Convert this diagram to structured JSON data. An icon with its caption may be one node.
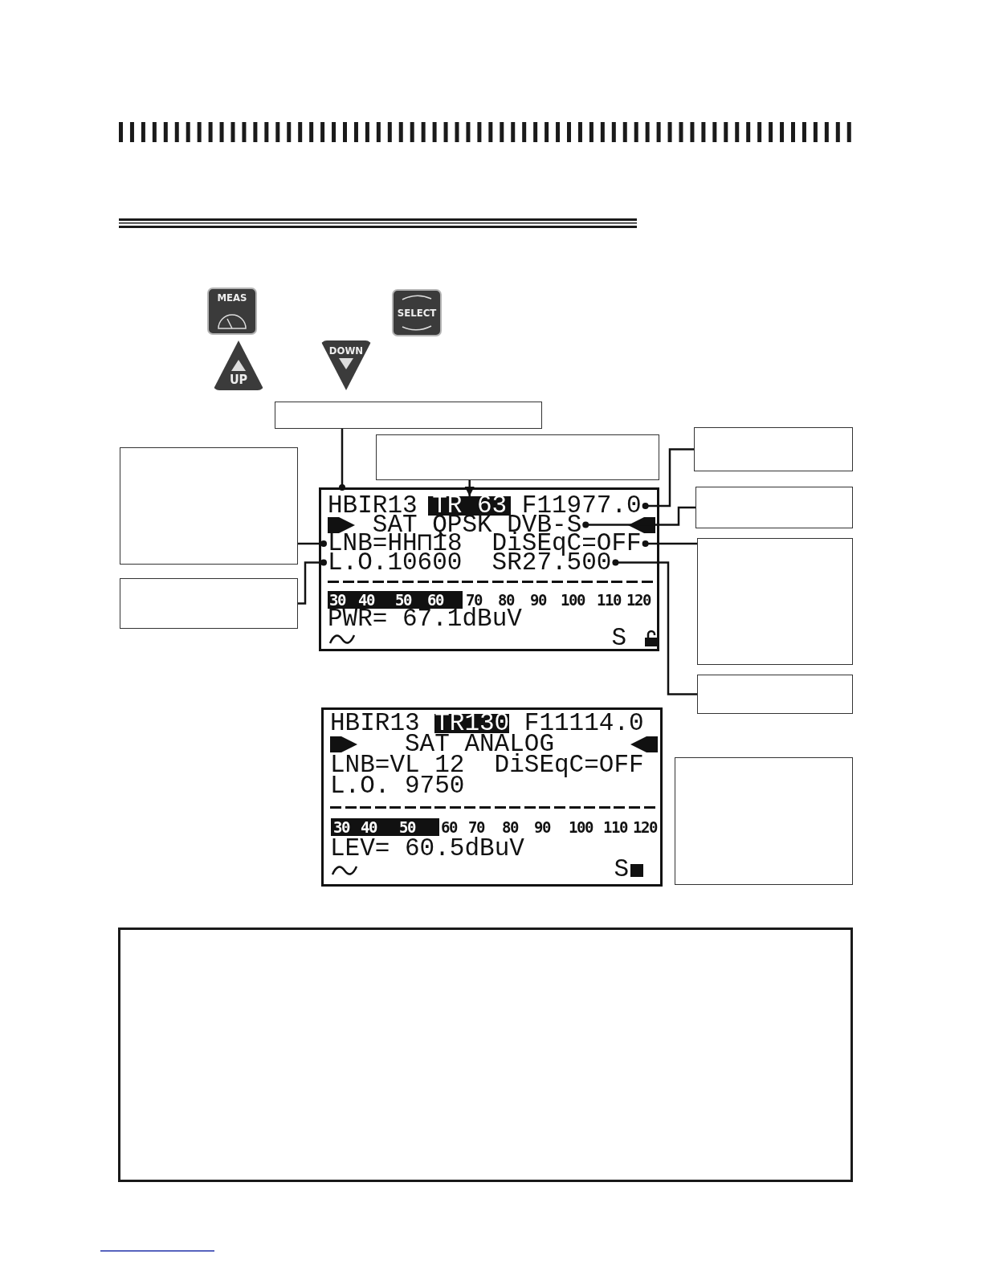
{
  "diagram": {
    "nodes": [
      {
        "text": [],
        "shape": "box"
      },
      {
        "text": [],
        "shape": "box"
      },
      {
        "text": [],
        "shape": "box"
      },
      {
        "text": [],
        "shape": "box"
      },
      {
        "text": [],
        "shape": "box"
      },
      {
        "text": [
          "HBIR13",
          "30",
          "40",
          "50",
          "60",
          "70",
          "80",
          "90",
          "100",
          "110",
          "120",
          "PWR= 67.1dBuV",
          "S"
        ]
      },
      {
        "text": [
          "TR 63"
        ],
        "in": 5
      },
      {
        "text": [
          "F11977.0"
        ],
        "in": 5
      },
      {
        "text": [
          "SAT QPSK DVB-S"
        ],
        "in": 5
      },
      {
        "text": [
          "LNB=HH⊓18"
        ],
        "in": 5
      },
      {
        "text": [
          "DiSEqC=OFF"
        ],
        "in": 5
      },
      {
        "text": [
          "L.O.10600"
        ],
        "in": 5
      },
      {
        "text": [
          "SR27.500"
        ],
        "in": 5
      },
      {
        "text": [],
        "shape": "box"
      },
      {
        "text": [],
        "shape": "box"
      },
      {
        "text": [],
        "shape": "box"
      },
      {
        "text": [
          "HBIR13",
          "TR130",
          "F11114.0",
          "SAT ANALOG",
          "LNB=VL 12",
          "DiSEqC=OFF",
          "L.O. 9750",
          "30",
          "40",
          "50",
          "60",
          "70",
          "80",
          "90",
          "100",
          "110",
          "120",
          "LEV= 60.5dBuV",
          "S"
        ]
      },
      {
        "text": [],
        "shape": "box"
      },
      {
        "text": [],
        "shape": "box"
      }
    ],
    "edges": [
      {
        "from": 0,
        "to": 5,
        "arrow": "other"
      },
      {
        "from": 2,
        "to": 6,
        "arrow": "to"
      },
      {
        "from": 3,
        "to": 7,
        "arrow": "other"
      },
      {
        "from": 4,
        "to": 8,
        "arrow": "other"
      },
      {
        "from": 1,
        "to": 9,
        "arrow": "other"
      },
      {
        "from": 14,
        "to": 10,
        "arrow": "other"
      },
      {
        "from": 13,
        "to": 11,
        "arrow": "other"
      },
      {
        "from": 15,
        "to": 12,
        "arrow": "other"
      }
    ],
    "labels": [
      "MEAS",
      "SELECT",
      "UP",
      "DOWN"
    ]
  }
}
